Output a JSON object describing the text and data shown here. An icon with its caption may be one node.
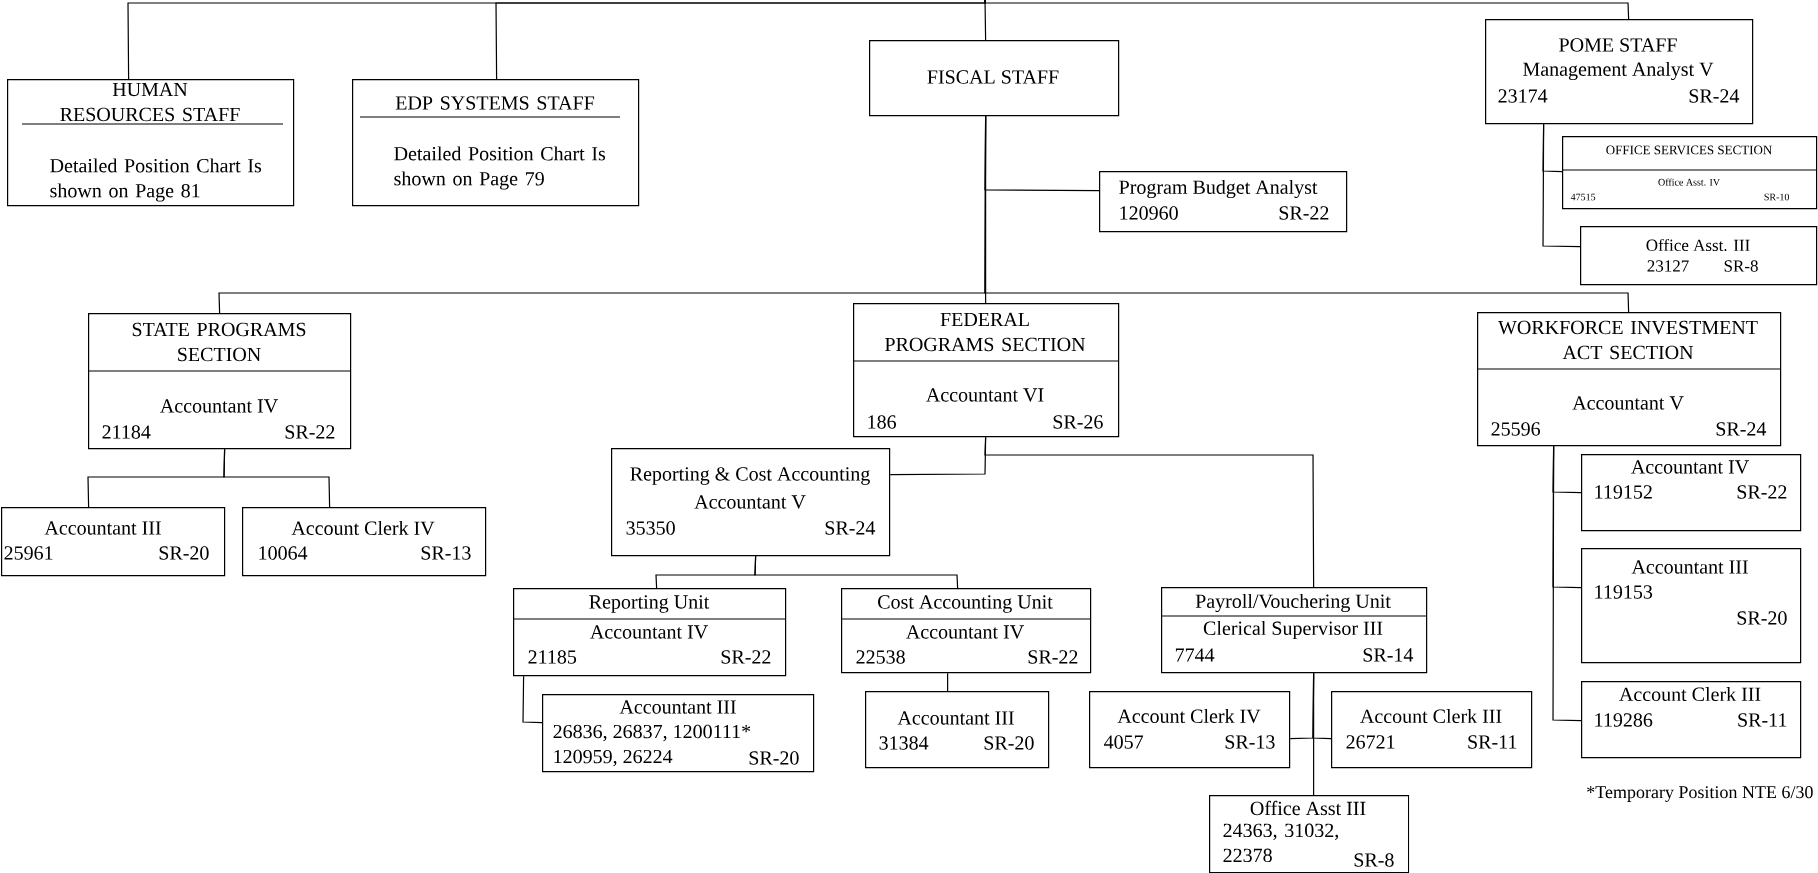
{
  "diagram": {
    "nodes": [
      {
        "text": [
          "HUMAN RESOURCES STAFF",
          "Detailed Position Chart Is shown on Page 81"
        ]
      },
      {
        "text": [
          "EDP SYSTEMS STAFF",
          "Detailed Position Chart Is shown on Page 79"
        ]
      },
      {
        "text": [
          "FISCAL STAFF"
        ]
      },
      {
        "text": [
          "POME STAFF",
          "Management Analyst V",
          "23174",
          "SR-24"
        ]
      },
      {
        "text": [
          "OFFICE SERVICES SECTION",
          "Office Asst. IV",
          "47515",
          "SR-10"
        ]
      },
      {
        "text": [
          "Office Asst. III",
          "23127",
          "SR-8"
        ]
      },
      {
        "text": [
          "Program Budget Analyst",
          "120960",
          "SR-22"
        ]
      },
      {
        "text": [
          "STATE PROGRAMS SECTION",
          "Accountant IV",
          "21184",
          "SR-22"
        ]
      },
      {
        "text": [
          "FEDERAL PROGRAMS SECTION",
          "Accountant VI",
          "186",
          "SR-26"
        ]
      },
      {
        "text": [
          "WORKFORCE INVESTMENT ACT SECTION",
          "Accountant V",
          "25596",
          "SR-24"
        ]
      },
      {
        "text": [
          "Accountant III",
          "25961",
          "SR-20"
        ]
      },
      {
        "text": [
          "Account Clerk IV",
          "10064",
          "SR-13"
        ]
      },
      {
        "text": [
          "Reporting & Cost Accounting",
          "Accountant V",
          "35350",
          "SR-24"
        ]
      },
      {
        "text": [
          "Reporting Unit",
          "Accountant IV",
          "21185",
          "SR-22"
        ]
      },
      {
        "text": [
          "Cost Accounting Unit",
          "Accountant IV",
          "22538",
          "SR-22"
        ]
      },
      {
        "text": [
          "Payroll/Vouchering Unit",
          "Clerical Supervisor III",
          "7744",
          "SR-14"
        ]
      },
      {
        "text": [
          "Accountant III",
          "26836, 26837, 1200111*",
          "120959, 26224",
          "SR-20"
        ]
      },
      {
        "text": [
          "Accountant III",
          "31384",
          "SR-20"
        ]
      },
      {
        "text": [
          "Account Clerk IV",
          "4057",
          "SR-13"
        ]
      },
      {
        "text": [
          "Account Clerk III",
          "26721",
          "SR-11"
        ]
      },
      {
        "text": [
          "Office Asst III",
          "24363, 31032, 22378",
          "SR-8"
        ]
      },
      {
        "text": [
          "Accountant IV",
          "119152",
          "SR-22"
        ]
      },
      {
        "text": [
          "Accountant III",
          "119153",
          "SR-20"
        ]
      },
      {
        "text": [
          "Account Clerk III",
          "119286",
          "SR-11"
        ]
      }
    ],
    "edges": [
      {
        "from": null,
        "to": 0,
        "arrow": "none"
      },
      {
        "from": null,
        "to": 1,
        "arrow": "none"
      },
      {
        "from": null,
        "to": 2,
        "arrow": "none"
      },
      {
        "from": null,
        "to": 3,
        "arrow": "none"
      },
      {
        "from": 2,
        "to": 6,
        "arrow": "none"
      },
      {
        "from": 3,
        "to": 4,
        "arrow": "none"
      },
      {
        "from": 3,
        "to": 5,
        "arrow": "none"
      },
      {
        "from": 2,
        "to": 7,
        "arrow": "none"
      },
      {
        "from": 2,
        "to": 8,
        "arrow": "none"
      },
      {
        "from": 2,
        "to": 9,
        "arrow": "none"
      },
      {
        "from": 7,
        "to": 10,
        "arrow": "none"
      },
      {
        "from": 7,
        "to": 11,
        "arrow": "none"
      },
      {
        "from": 8,
        "to": 12,
        "arrow": "none"
      },
      {
        "from": 8,
        "to": 15,
        "arrow": "none"
      },
      {
        "from": 12,
        "to": 13,
        "arrow": "none"
      },
      {
        "from": 12,
        "to": 14,
        "arrow": "none"
      },
      {
        "from": 13,
        "to": 16,
        "arrow": "none"
      },
      {
        "from": 14,
        "to": 17,
        "arrow": "none"
      },
      {
        "from": 15,
        "to": 18,
        "arrow": "none"
      },
      {
        "from": 15,
        "to": 19,
        "arrow": "none"
      },
      {
        "from": 15,
        "to": 20,
        "arrow": "none"
      },
      {
        "from": 9,
        "to": 21,
        "arrow": "none"
      },
      {
        "from": 9,
        "to": 22,
        "arrow": "none"
      },
      {
        "from": 9,
        "to": 23,
        "arrow": "none"
      }
    ],
    "labels": [
      "*Temporary Position NTE 6/30"
    ]
  }
}
